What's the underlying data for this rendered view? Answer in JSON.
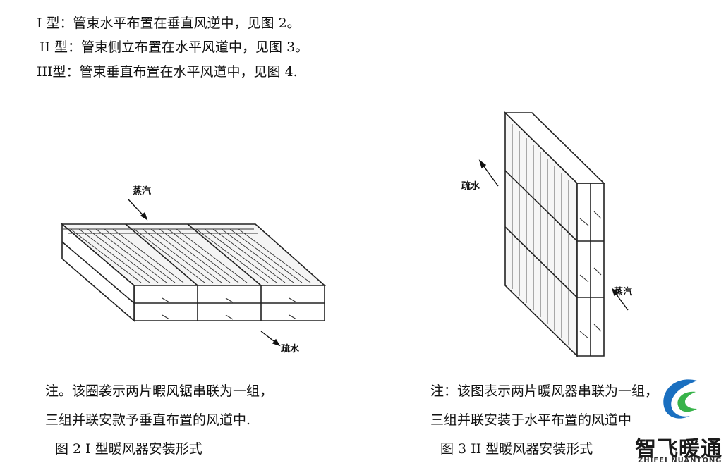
{
  "intro": {
    "line1": "I 型：管束水平布置在垂直风逆中，见图 2。",
    "line2": "II 型：管束侧立布置在水平风道中，见图 3。",
    "line3": "III型：管束垂直布置在水平风道中，见图 4."
  },
  "figure2": {
    "label_steam": "蒸汽",
    "label_water": "疏水",
    "note_line1": "注。该圈袭示两片暇风锯串联为一组，",
    "note_line2": "三组并联安款予垂直布置的风道中.",
    "caption": "图 2   I 型暖风器安装形式"
  },
  "figure3": {
    "label_water": "疏水",
    "label_steam": "蒸汽",
    "note_line1": "注：该图表示两片暖风器串联为一组，",
    "note_line2": "三组并联安装于水平布置的风道中",
    "caption": "图 3   II 型暖风器安装形式"
  },
  "watermark": {
    "name": "智飞暖通",
    "pinyin": "ZHIFEI NUANTONG",
    "color_blue": "#1a6fc0",
    "color_green": "#38b34a"
  }
}
